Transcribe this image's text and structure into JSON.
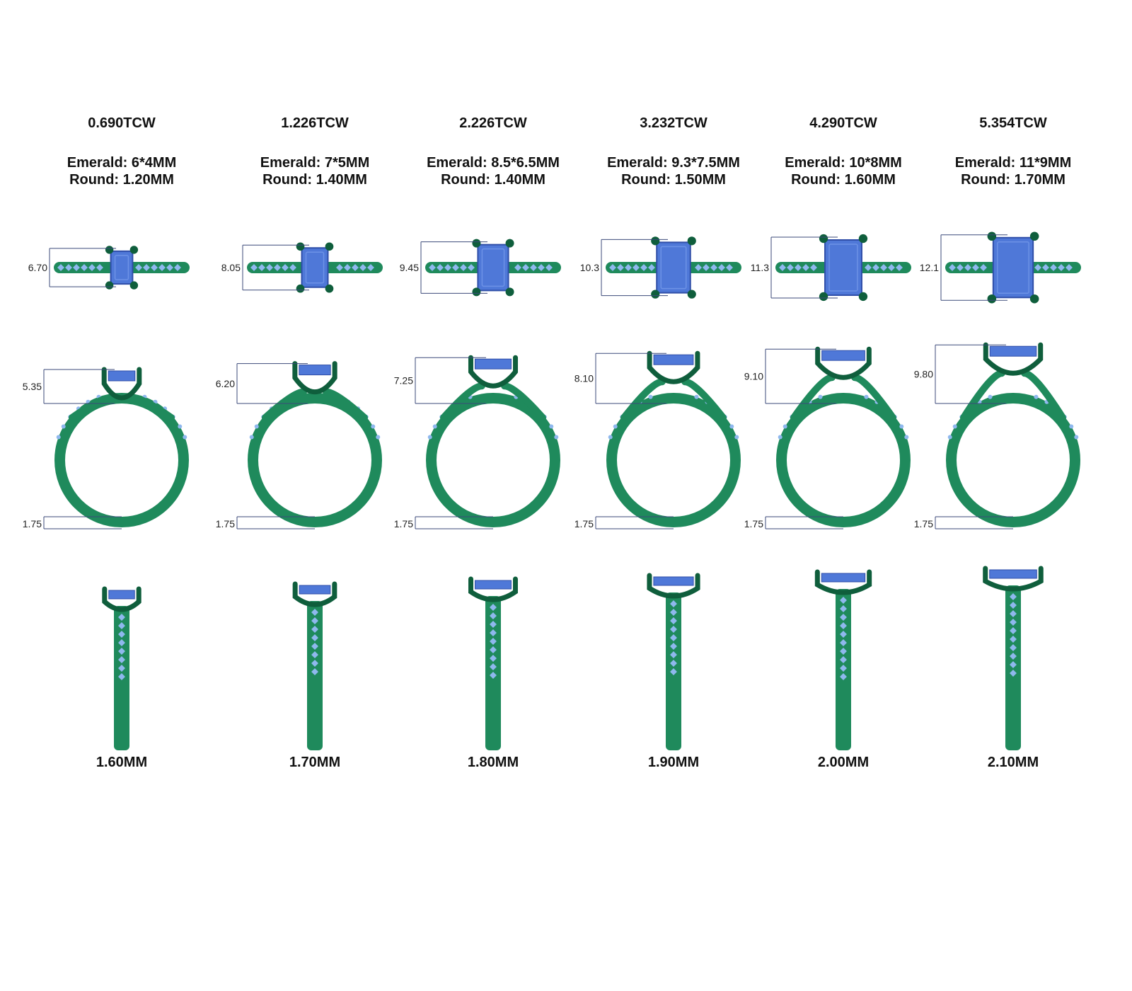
{
  "colors": {
    "metal": "#1f8a5c",
    "metal_dark": "#0f5e3c",
    "metal_light": "#33a874",
    "gem": "#4f78d8",
    "gem_dark": "#2f4ea8",
    "accent_stone": "#8fb8ee",
    "dimension_line": "#3b4a7a"
  },
  "columns": [
    {
      "tcw": "0.690TCW",
      "emerald": "Emerald: 6*4MM",
      "round": "Round: 1.20MM",
      "top_height": "6.70",
      "side_height": "5.35",
      "side_band": "1.75",
      "band_width": "1.60MM",
      "gem_scale": 0.7
    },
    {
      "tcw": "1.226TCW",
      "emerald": "Emerald: 7*5MM",
      "round": "Round: 1.40MM",
      "top_height": "8.05",
      "side_height": "6.20",
      "side_band": "1.75",
      "band_width": "1.70MM",
      "gem_scale": 0.84
    },
    {
      "tcw": "2.226TCW",
      "emerald": "Emerald: 8.5*6.5MM",
      "round": "Round: 1.40MM",
      "top_height": "9.45",
      "side_height": "7.25",
      "side_band": "1.75",
      "band_width": "1.80MM",
      "gem_scale": 0.98
    },
    {
      "tcw": "3.232TCW",
      "emerald": "Emerald: 9.3*7.5MM",
      "round": "Round: 1.50MM",
      "top_height": "10.3",
      "side_height": "8.10",
      "side_band": "1.75",
      "band_width": "1.90MM",
      "gem_scale": 1.08
    },
    {
      "tcw": "4.290TCW",
      "emerald": "Emerald: 10*8MM",
      "round": "Round: 1.60MM",
      "top_height": "11.3",
      "side_height": "9.10",
      "side_band": "1.75",
      "band_width": "2.00MM",
      "gem_scale": 1.18
    },
    {
      "tcw": "5.354TCW",
      "emerald": "Emerald: 11*9MM",
      "round": "Round: 1.70MM",
      "top_height": "12.1",
      "side_height": "9.80",
      "side_band": "1.75",
      "band_width": "2.10MM",
      "gem_scale": 1.28
    }
  ]
}
